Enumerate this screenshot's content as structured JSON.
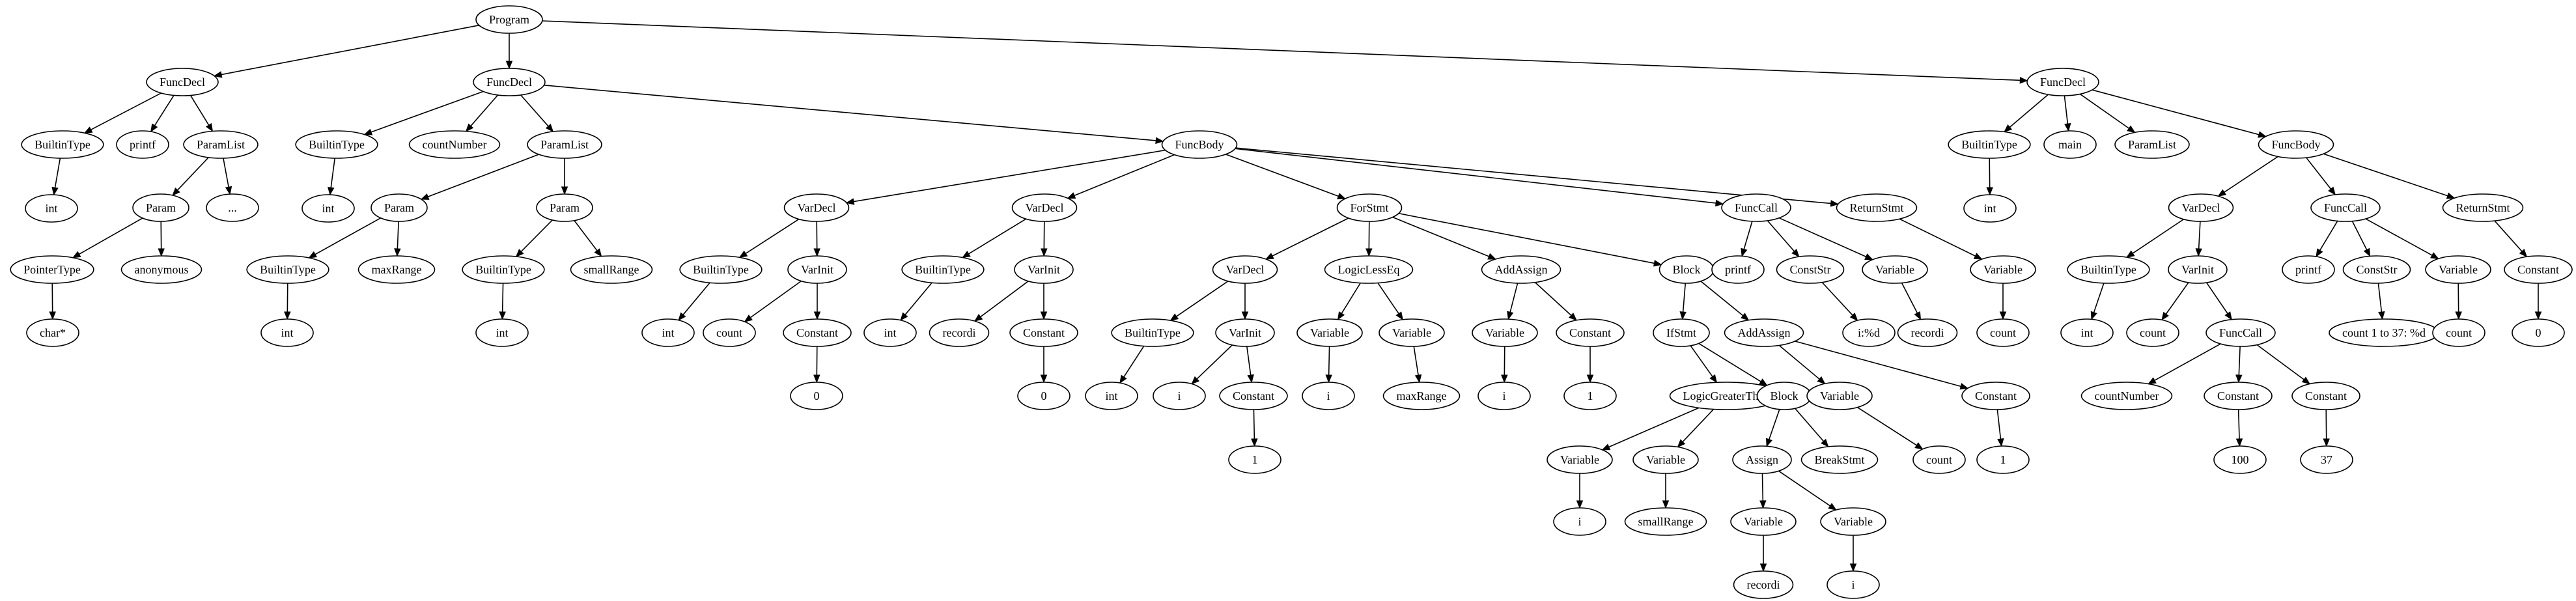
{
  "diagram": {
    "nodes": [
      {
        "id": "n1",
        "label": "Program"
      },
      {
        "id": "n2",
        "label": "FuncDecl"
      },
      {
        "id": "n3",
        "label": "BuiltinType"
      },
      {
        "id": "n4",
        "label": "int"
      },
      {
        "id": "n5",
        "label": "printf"
      },
      {
        "id": "n6",
        "label": "ParamList"
      },
      {
        "id": "n7",
        "label": "Param"
      },
      {
        "id": "n8",
        "label": "PointerType"
      },
      {
        "id": "n9",
        "label": "char*"
      },
      {
        "id": "n10",
        "label": "anonymous"
      },
      {
        "id": "n11",
        "label": "..."
      },
      {
        "id": "n12",
        "label": "FuncDecl"
      },
      {
        "id": "n13",
        "label": "BuiltinType"
      },
      {
        "id": "n14",
        "label": "int"
      },
      {
        "id": "n15",
        "label": "countNumber"
      },
      {
        "id": "n16",
        "label": "ParamList"
      },
      {
        "id": "n17",
        "label": "Param"
      },
      {
        "id": "n18",
        "label": "BuiltinType"
      },
      {
        "id": "n19",
        "label": "int"
      },
      {
        "id": "n20",
        "label": "maxRange"
      },
      {
        "id": "n21",
        "label": "Param"
      },
      {
        "id": "n22",
        "label": "BuiltinType"
      },
      {
        "id": "n23",
        "label": "int"
      },
      {
        "id": "n24",
        "label": "smallRange"
      },
      {
        "id": "n25",
        "label": "FuncBody"
      },
      {
        "id": "n26",
        "label": "VarDecl"
      },
      {
        "id": "n27",
        "label": "BuiltinType"
      },
      {
        "id": "n28",
        "label": "int"
      },
      {
        "id": "n29",
        "label": "VarInit"
      },
      {
        "id": "n30",
        "label": "count"
      },
      {
        "id": "n31",
        "label": "Constant"
      },
      {
        "id": "n32",
        "label": "0"
      },
      {
        "id": "n33",
        "label": "VarDecl"
      },
      {
        "id": "n34",
        "label": "BuiltinType"
      },
      {
        "id": "n35",
        "label": "int"
      },
      {
        "id": "n36",
        "label": "VarInit"
      },
      {
        "id": "n37",
        "label": "recordi"
      },
      {
        "id": "n38",
        "label": "Constant"
      },
      {
        "id": "n39",
        "label": "0"
      },
      {
        "id": "n40",
        "label": "ForStmt"
      },
      {
        "id": "n41",
        "label": "VarDecl"
      },
      {
        "id": "n42",
        "label": "BuiltinType"
      },
      {
        "id": "n43",
        "label": "int"
      },
      {
        "id": "n44",
        "label": "VarInit"
      },
      {
        "id": "n45",
        "label": "i"
      },
      {
        "id": "n46",
        "label": "Constant"
      },
      {
        "id": "n47",
        "label": "1"
      },
      {
        "id": "n48",
        "label": "LogicLessEq"
      },
      {
        "id": "n49",
        "label": "Variable"
      },
      {
        "id": "n50",
        "label": "i"
      },
      {
        "id": "n51",
        "label": "Variable"
      },
      {
        "id": "n52",
        "label": "maxRange"
      },
      {
        "id": "n53",
        "label": "AddAssign"
      },
      {
        "id": "n54",
        "label": "Variable"
      },
      {
        "id": "n55",
        "label": "i"
      },
      {
        "id": "n56",
        "label": "Constant"
      },
      {
        "id": "n57",
        "label": "1"
      },
      {
        "id": "n58",
        "label": "Block"
      },
      {
        "id": "n59",
        "label": "IfStmt"
      },
      {
        "id": "n60",
        "label": "LogicGreaterThan"
      },
      {
        "id": "n61",
        "label": "Variable"
      },
      {
        "id": "n62",
        "label": "i"
      },
      {
        "id": "n63",
        "label": "Variable"
      },
      {
        "id": "n64",
        "label": "smallRange"
      },
      {
        "id": "n65",
        "label": "Block"
      },
      {
        "id": "n66",
        "label": "Assign"
      },
      {
        "id": "n67",
        "label": "Variable"
      },
      {
        "id": "n68",
        "label": "recordi"
      },
      {
        "id": "n69",
        "label": "Variable"
      },
      {
        "id": "n70",
        "label": "i"
      },
      {
        "id": "n71",
        "label": "BreakStmt"
      },
      {
        "id": "n72",
        "label": "AddAssign"
      },
      {
        "id": "n73",
        "label": "Variable"
      },
      {
        "id": "n74",
        "label": "count"
      },
      {
        "id": "n75",
        "label": "Constant"
      },
      {
        "id": "n76",
        "label": "1"
      },
      {
        "id": "n77",
        "label": "FuncCall"
      },
      {
        "id": "n78",
        "label": "printf"
      },
      {
        "id": "n79",
        "label": "ConstStr"
      },
      {
        "id": "n80",
        "label": "i:%d"
      },
      {
        "id": "n81",
        "label": "Variable"
      },
      {
        "id": "n82",
        "label": "recordi"
      },
      {
        "id": "n83",
        "label": "ReturnStmt"
      },
      {
        "id": "n84",
        "label": "Variable"
      },
      {
        "id": "n85",
        "label": "count"
      },
      {
        "id": "n86",
        "label": "FuncDecl"
      },
      {
        "id": "n87",
        "label": "BuiltinType"
      },
      {
        "id": "n88",
        "label": "int"
      },
      {
        "id": "n89",
        "label": "main"
      },
      {
        "id": "n90",
        "label": "ParamList"
      },
      {
        "id": "n91",
        "label": "FuncBody"
      },
      {
        "id": "n92",
        "label": "VarDecl"
      },
      {
        "id": "n93",
        "label": "BuiltinType"
      },
      {
        "id": "n94",
        "label": "int"
      },
      {
        "id": "n95",
        "label": "VarInit"
      },
      {
        "id": "n96",
        "label": "count"
      },
      {
        "id": "n97",
        "label": "FuncCall"
      },
      {
        "id": "n98",
        "label": "countNumber"
      },
      {
        "id": "n99",
        "label": "Constant"
      },
      {
        "id": "n100",
        "label": "100"
      },
      {
        "id": "n101",
        "label": "Constant"
      },
      {
        "id": "n102",
        "label": "37"
      },
      {
        "id": "n103",
        "label": "FuncCall"
      },
      {
        "id": "n104",
        "label": "printf"
      },
      {
        "id": "n105",
        "label": "ConstStr"
      },
      {
        "id": "n106",
        "label": "count 1 to 37: %d"
      },
      {
        "id": "n107",
        "label": "Variable"
      },
      {
        "id": "n108",
        "label": "count"
      },
      {
        "id": "n109",
        "label": "ReturnStmt"
      },
      {
        "id": "n110",
        "label": "Constant"
      },
      {
        "id": "n111",
        "label": "0"
      }
    ],
    "edges": [
      [
        "n1",
        "n2"
      ],
      [
        "n1",
        "n12"
      ],
      [
        "n1",
        "n86"
      ],
      [
        "n2",
        "n3"
      ],
      [
        "n3",
        "n4"
      ],
      [
        "n2",
        "n5"
      ],
      [
        "n2",
        "n6"
      ],
      [
        "n6",
        "n7"
      ],
      [
        "n7",
        "n8"
      ],
      [
        "n8",
        "n9"
      ],
      [
        "n7",
        "n10"
      ],
      [
        "n6",
        "n11"
      ],
      [
        "n12",
        "n13"
      ],
      [
        "n13",
        "n14"
      ],
      [
        "n12",
        "n15"
      ],
      [
        "n12",
        "n16"
      ],
      [
        "n12",
        "n25"
      ],
      [
        "n16",
        "n17"
      ],
      [
        "n17",
        "n18"
      ],
      [
        "n18",
        "n19"
      ],
      [
        "n17",
        "n20"
      ],
      [
        "n16",
        "n21"
      ],
      [
        "n21",
        "n22"
      ],
      [
        "n22",
        "n23"
      ],
      [
        "n21",
        "n24"
      ],
      [
        "n25",
        "n26"
      ],
      [
        "n25",
        "n33"
      ],
      [
        "n25",
        "n40"
      ],
      [
        "n25",
        "n77"
      ],
      [
        "n25",
        "n83"
      ],
      [
        "n26",
        "n27"
      ],
      [
        "n27",
        "n28"
      ],
      [
        "n26",
        "n29"
      ],
      [
        "n29",
        "n30"
      ],
      [
        "n29",
        "n31"
      ],
      [
        "n31",
        "n32"
      ],
      [
        "n33",
        "n34"
      ],
      [
        "n34",
        "n35"
      ],
      [
        "n33",
        "n36"
      ],
      [
        "n36",
        "n37"
      ],
      [
        "n36",
        "n38"
      ],
      [
        "n38",
        "n39"
      ],
      [
        "n40",
        "n41"
      ],
      [
        "n40",
        "n48"
      ],
      [
        "n40",
        "n53"
      ],
      [
        "n40",
        "n58"
      ],
      [
        "n41",
        "n42"
      ],
      [
        "n42",
        "n43"
      ],
      [
        "n41",
        "n44"
      ],
      [
        "n44",
        "n45"
      ],
      [
        "n44",
        "n46"
      ],
      [
        "n46",
        "n47"
      ],
      [
        "n48",
        "n49"
      ],
      [
        "n49",
        "n50"
      ],
      [
        "n48",
        "n51"
      ],
      [
        "n51",
        "n52"
      ],
      [
        "n53",
        "n54"
      ],
      [
        "n54",
        "n55"
      ],
      [
        "n53",
        "n56"
      ],
      [
        "n56",
        "n57"
      ],
      [
        "n58",
        "n59"
      ],
      [
        "n58",
        "n72"
      ],
      [
        "n59",
        "n60"
      ],
      [
        "n59",
        "n65"
      ],
      [
        "n60",
        "n61"
      ],
      [
        "n61",
        "n62"
      ],
      [
        "n60",
        "n63"
      ],
      [
        "n63",
        "n64"
      ],
      [
        "n65",
        "n66"
      ],
      [
        "n65",
        "n71"
      ],
      [
        "n66",
        "n67"
      ],
      [
        "n67",
        "n68"
      ],
      [
        "n66",
        "n69"
      ],
      [
        "n69",
        "n70"
      ],
      [
        "n72",
        "n73"
      ],
      [
        "n73",
        "n74"
      ],
      [
        "n72",
        "n75"
      ],
      [
        "n75",
        "n76"
      ],
      [
        "n77",
        "n78"
      ],
      [
        "n77",
        "n79"
      ],
      [
        "n79",
        "n80"
      ],
      [
        "n77",
        "n81"
      ],
      [
        "n81",
        "n82"
      ],
      [
        "n83",
        "n84"
      ],
      [
        "n84",
        "n85"
      ],
      [
        "n86",
        "n87"
      ],
      [
        "n87",
        "n88"
      ],
      [
        "n86",
        "n89"
      ],
      [
        "n86",
        "n90"
      ],
      [
        "n86",
        "n91"
      ],
      [
        "n91",
        "n92"
      ],
      [
        "n91",
        "n103"
      ],
      [
        "n91",
        "n109"
      ],
      [
        "n92",
        "n93"
      ],
      [
        "n93",
        "n94"
      ],
      [
        "n92",
        "n95"
      ],
      [
        "n95",
        "n96"
      ],
      [
        "n95",
        "n97"
      ],
      [
        "n97",
        "n98"
      ],
      [
        "n97",
        "n99"
      ],
      [
        "n99",
        "n100"
      ],
      [
        "n97",
        "n101"
      ],
      [
        "n101",
        "n102"
      ],
      [
        "n103",
        "n104"
      ],
      [
        "n103",
        "n105"
      ],
      [
        "n105",
        "n106"
      ],
      [
        "n103",
        "n107"
      ],
      [
        "n107",
        "n108"
      ],
      [
        "n109",
        "n110"
      ],
      [
        "n110",
        "n111"
      ]
    ]
  }
}
